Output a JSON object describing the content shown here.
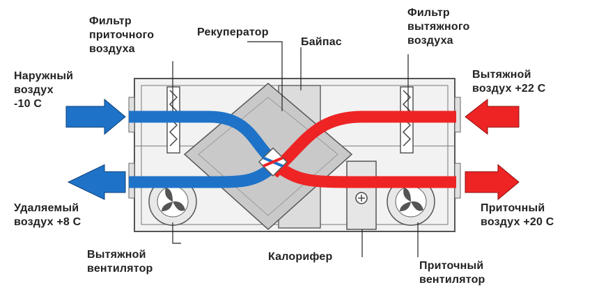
{
  "colors": {
    "cold_flow": "#1e73c8",
    "warm_flow": "#ee2424",
    "housing": "#f2f2f2",
    "housing_outline": "#555555",
    "recuperator": "#c9c9c9",
    "text": "#222222"
  },
  "labels": {
    "filter_supply": "Фильтр\nприточного\nвоздуха",
    "recuperator": "Рекуператор",
    "bypass": "Байпас",
    "filter_exhaust": "Фильтр\nвытяжного\nвоздуха",
    "outdoor_air": "Наружный\nвоздух\n-10 С",
    "exhaust_air_in": "Вытяжной\nвоздух +22 С",
    "removed_air": "Удаляемый\nвоздух +8 С",
    "supply_air_out": "Приточный\nвоздух +20 С",
    "exhaust_fan": "Вытяжной\nвентилятор",
    "heater": "Калорифер",
    "supply_fan": "Приточный\nвентилятор"
  }
}
